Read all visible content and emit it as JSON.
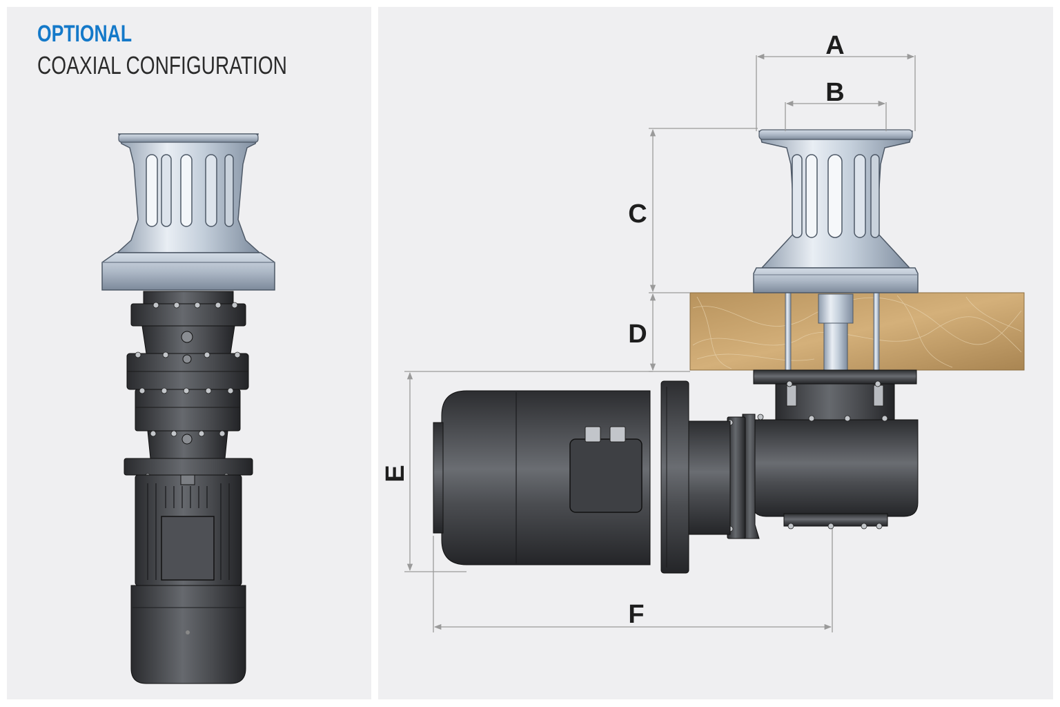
{
  "left_panel": {
    "optional_label": "OPTIONAL",
    "configuration_label": "COAXIAL CONFIGURATION"
  },
  "right_panel": {
    "dimensions": {
      "a": "A",
      "b": "B",
      "c": "C",
      "d": "D",
      "e": "E",
      "f": "F"
    }
  },
  "colors": {
    "accent_blue": "#1479c9",
    "panel_background": "#efeff1",
    "deck_wood": "#c9a36e",
    "motor_dark": "#3a3c40",
    "drum_steel": "#b9c5d2"
  }
}
